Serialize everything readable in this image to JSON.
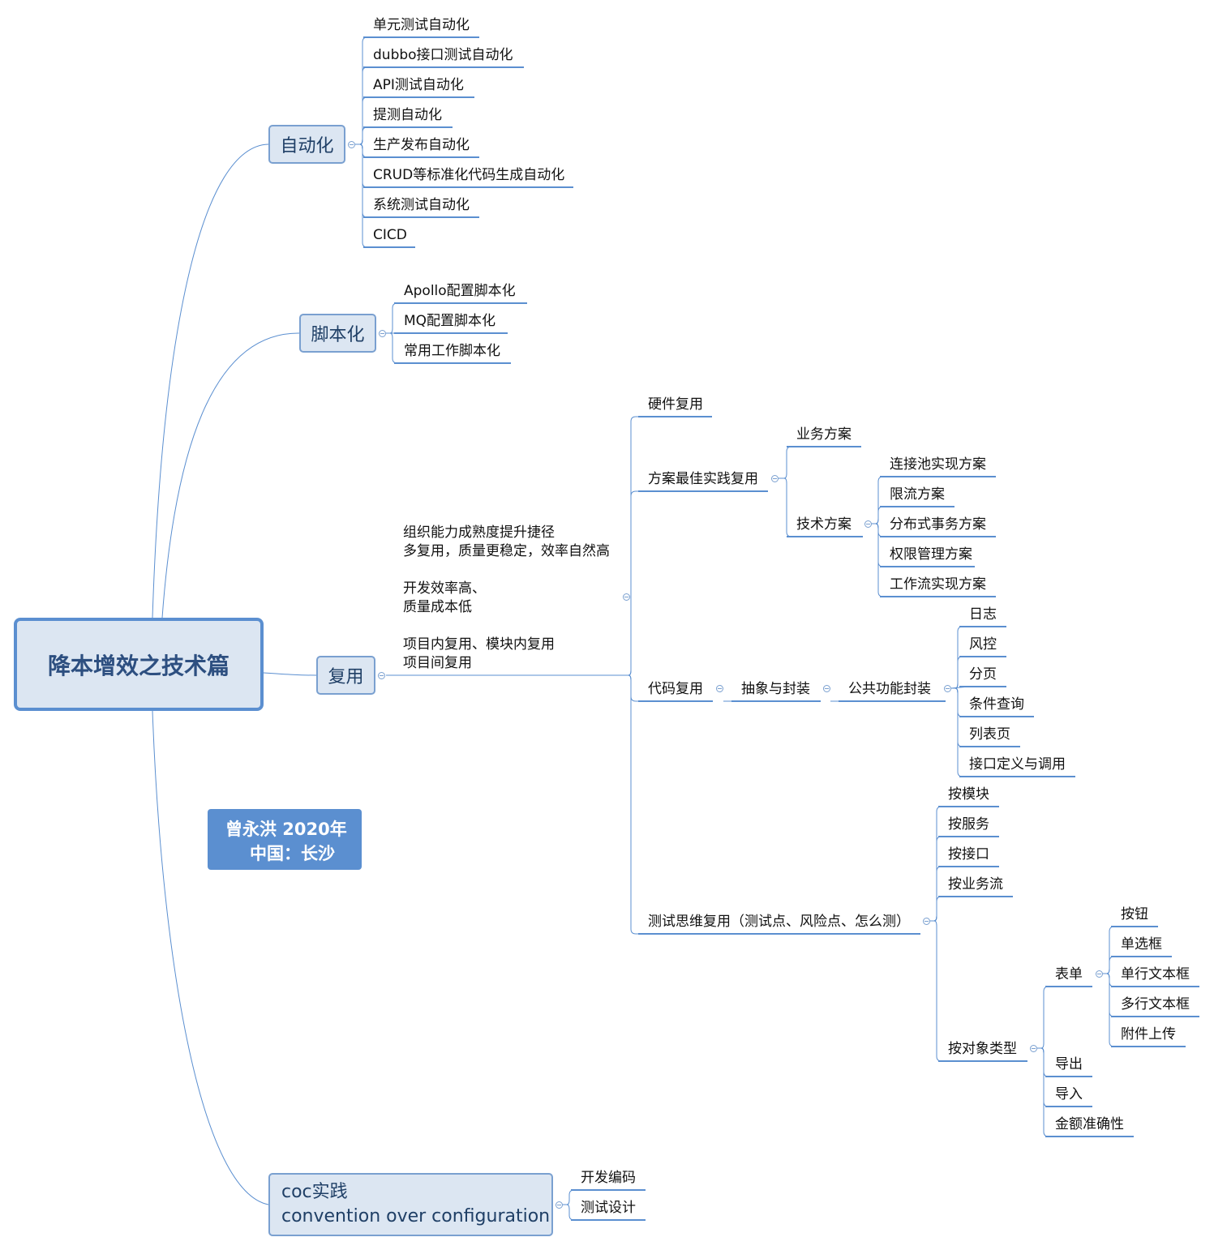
{
  "root": "降本增效之技术篇",
  "signature": {
    "line1": "曾永洪 2020年",
    "line2": "中国：长沙"
  },
  "branches": {
    "automation": {
      "label": "自动化",
      "items": [
        "单元测试自动化",
        "dubbo接口测试自动化",
        "API测试自动化",
        "提测自动化",
        "生产发布自动化",
        "CRUD等标准化代码生成自动化",
        "系统测试自动化",
        "CICD"
      ]
    },
    "scripting": {
      "label": "脚本化",
      "items": [
        "Apollo配置脚本化",
        "MQ配置脚本化",
        "常用工作脚本化"
      ]
    },
    "reuse": {
      "label": "复用",
      "note": "组织能力成熟度提升捷径\n多复用，质量更稳定，效率自然高\n\n开发效率高、\n质量成本低\n\n项目内复用、模块内复用\n项目间复用",
      "hardware": "硬件复用",
      "best_practice": {
        "label": "方案最佳实践复用",
        "business": "业务方案",
        "technical": {
          "label": "技术方案",
          "items": [
            "连接池实现方案",
            "限流方案",
            "分布式事务方案",
            "权限管理方案",
            "工作流实现方案"
          ]
        }
      },
      "code": {
        "label": "代码复用",
        "abstraction": "抽象与封装",
        "common": {
          "label": "公共功能封装",
          "items": [
            "日志",
            "风控",
            "分页",
            "条件查询",
            "列表页",
            "接口定义与调用"
          ]
        }
      },
      "test_thinking": {
        "label": "测试思维复用（测试点、风险点、怎么测）",
        "items": [
          "按模块",
          "按服务",
          "按接口",
          "按业务流"
        ],
        "by_object": {
          "label": "按对象类型",
          "form": {
            "label": "表单",
            "items": [
              "按钮",
              "单选框",
              "单行文本框",
              "多行文本框",
              "附件上传"
            ]
          },
          "others": [
            "导出",
            "导入",
            "金额准确性"
          ]
        }
      }
    },
    "coc": {
      "line1": "coc实践",
      "line2": "convention over configuration",
      "items": [
        "开发编码",
        "测试设计"
      ]
    }
  },
  "colors": {
    "line": "#5b8fd0",
    "branch_fill": "#dce6f2",
    "root_border": "#5b8fd0",
    "signature_fill": "#5b8fd0"
  }
}
